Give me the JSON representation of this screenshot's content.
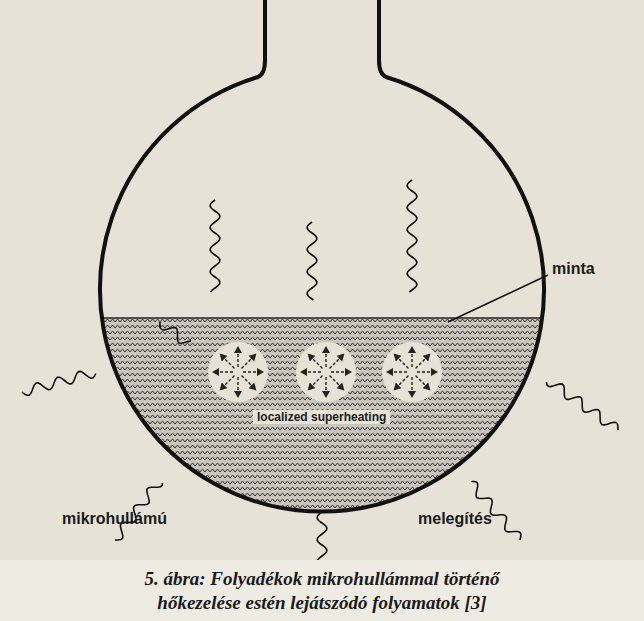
{
  "diagram": {
    "caption": "5. ábra: Folyadékok mikrohullámmal történő hőkezelése estén lejátszódó folyamatok [3]",
    "labels": [
      "minta",
      "localized superheating",
      "mikrohullámú",
      "melegítés"
    ]
  }
}
